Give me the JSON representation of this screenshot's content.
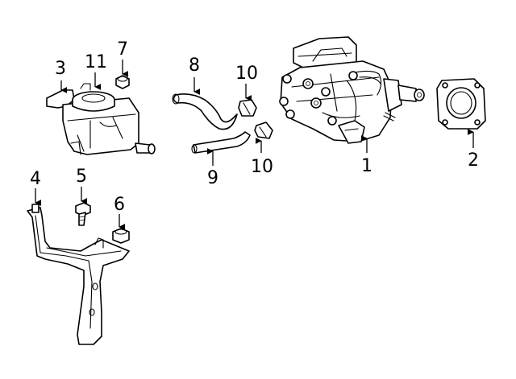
{
  "callouts": [
    {
      "id": "c1",
      "text": "1"
    },
    {
      "id": "c2",
      "text": "2"
    },
    {
      "id": "c3",
      "text": "3"
    },
    {
      "id": "c4",
      "text": "4"
    },
    {
      "id": "c5",
      "text": "5"
    },
    {
      "id": "c6",
      "text": "6"
    },
    {
      "id": "c7",
      "text": "7"
    },
    {
      "id": "c8",
      "text": "8"
    },
    {
      "id": "c9",
      "text": "9"
    },
    {
      "id": "c10a",
      "text": "10"
    },
    {
      "id": "c10b",
      "text": "10"
    },
    {
      "id": "c11",
      "text": "11"
    }
  ]
}
